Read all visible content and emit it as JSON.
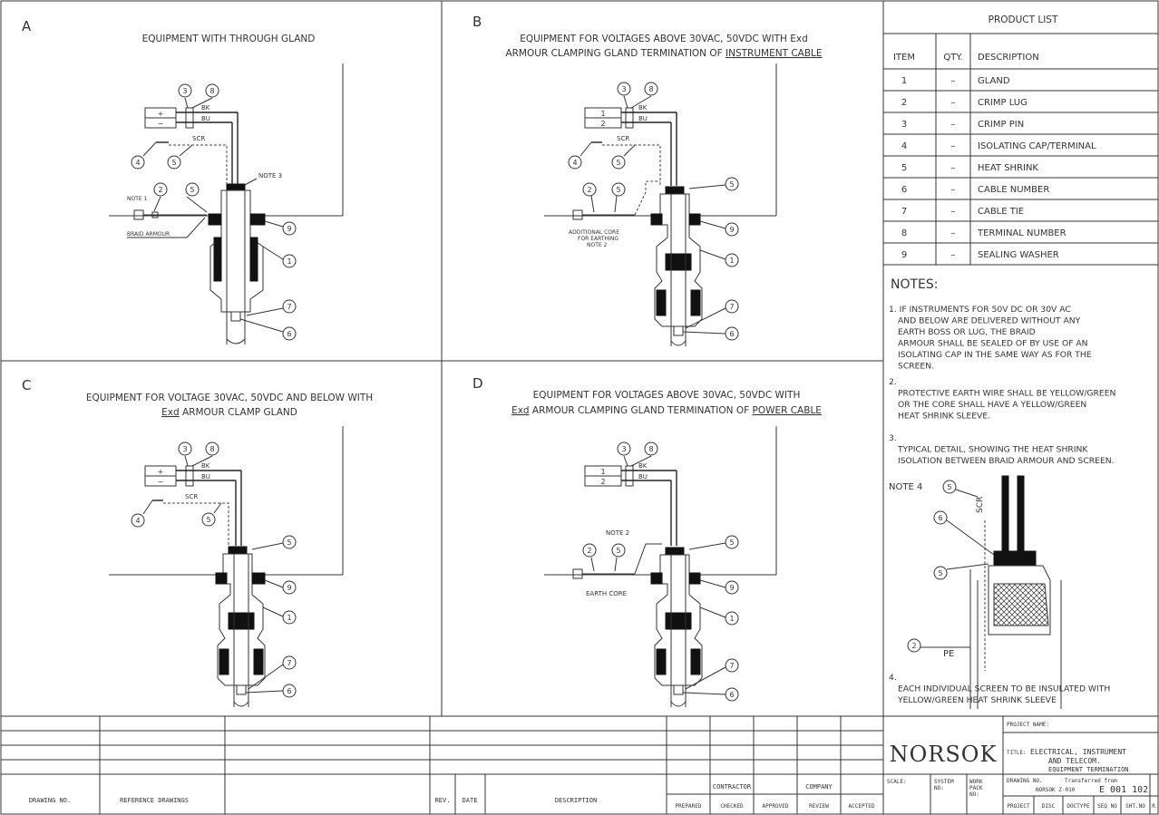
{
  "panels": {
    "a": {
      "letter": "A",
      "title": "EQUIPMENT WITH THROUGH GLAND",
      "labels": {
        "bk": "BK",
        "bu": "BU",
        "scr": "SCR",
        "note3": "NOTE 3",
        "note1": "NOTE 1",
        "braid": "BRAID ARMOUR",
        "plus": "+",
        "minus": "−"
      }
    },
    "b": {
      "letter": "B",
      "title1": "EQUIPMENT FOR VOLTAGES ABOVE 30VAC, 50VDC WITH Exd",
      "title2_pre": "ARMOUR CLAMPING GLAND TERMINATION OF ",
      "title2_u": "INSTRUMENT CABLE",
      "labels": {
        "bk": "BK",
        "bu": "BU",
        "scr": "SCR",
        "t1": "1",
        "t2": "2",
        "add1": "ADDITIONAL CORE",
        "add2": "FOR EARTHING",
        "add3": "NOTE 2"
      }
    },
    "c": {
      "letter": "C",
      "title1": "EQUIPMENT FOR VOLTAGE 30VAC, 50VDC AND BELOW WITH",
      "title2_u": "Exd",
      "title2_post": " ARMOUR CLAMP GLAND",
      "labels": {
        "bk": "BK",
        "bu": "BU",
        "scr": "SCR",
        "plus": "+",
        "minus": "−"
      }
    },
    "d": {
      "letter": "D",
      "title1": "EQUIPMENT FOR VOLTAGES ABOVE 30VAC, 50VDC WITH",
      "title2_u1": "Exd",
      "title2_mid": " ARMOUR CLAMPING GLAND TERMINATION OF ",
      "title2_u2": "POWER CABLE",
      "labels": {
        "bk": "BK",
        "bu": "BU",
        "t1": "1",
        "t2": "2",
        "note2": "NOTE 2",
        "earth": "EARTH CORE"
      }
    }
  },
  "product_list": {
    "title": "PRODUCT LIST",
    "headers": {
      "item": "ITEM",
      "qty": "QTY.",
      "desc": "DESCRIPTION"
    },
    "rows": [
      {
        "item": "1",
        "qty": "–",
        "desc": "GLAND"
      },
      {
        "item": "2",
        "qty": "–",
        "desc": "CRIMP LUG"
      },
      {
        "item": "3",
        "qty": "–",
        "desc": "CRIMP PIN"
      },
      {
        "item": "4",
        "qty": "–",
        "desc": "ISOLATING CAP/TERMINAL"
      },
      {
        "item": "5",
        "qty": "–",
        "desc": "HEAT SHRINK"
      },
      {
        "item": "6",
        "qty": "–",
        "desc": "CABLE NUMBER"
      },
      {
        "item": "7",
        "qty": "–",
        "desc": "CABLE TIE"
      },
      {
        "item": "8",
        "qty": "–",
        "desc": "TERMINAL NUMBER"
      },
      {
        "item": "9",
        "qty": "–",
        "desc": "SEALING WASHER"
      }
    ]
  },
  "notes": {
    "heading": "NOTES:",
    "n1": [
      "1. IF INSTRUMENTS FOR 50V DC OR 30V AC",
      "AND BELOW ARE DELIVERED WITHOUT ANY",
      "EARTH BOSS OR LUG, THE BRAID",
      "ARMOUR SHALL BE SEALED OF BY USE OF AN",
      "ISOLATING CAP IN THE SAME WAY AS FOR THE",
      "SCREEN."
    ],
    "n2": [
      "2.",
      "PROTECTIVE EARTH WIRE SHALL BE YELLOW/GREEN",
      "OR THE CORE SHALL HAVE A YELLOW/GREEN",
      "HEAT SHRINK SLEEVE."
    ],
    "n3": [
      "3.",
      "TYPICAL DETAIL, SHOWING THE HEAT SHRINK",
      "ISOLATION BETWEEN BRAID ARMOUR AND SCREEN."
    ],
    "detail": {
      "note4": "NOTE 4",
      "scr": "SCR",
      "pe": "PE"
    },
    "n4": [
      "4.",
      "EACH INDIVIDUAL SCREEN TO BE INSULATED WITH",
      "YELLOW/GREEN HEAT SHRINK SLEEVE"
    ]
  },
  "title_block": {
    "drawing_no": "DRAWING NO.",
    "reference": "REFERENCE DRAWINGS",
    "rev": "REV.",
    "date": "DATE",
    "description": "DESCRIPTION",
    "contractor": "CONTRACTOR",
    "company": "COMPANY",
    "sign": [
      "PREPARED",
      "CHECKED",
      "APPROVED",
      "REVIEW",
      "ACCEPTED"
    ],
    "logo": "NORSOK",
    "scale": "SCALE:",
    "system": "SYSTEM",
    "system2": "NO:",
    "work": "WORK",
    "work2": "PACK",
    "work3": "NO:",
    "project_name": "PROJECT NAME:",
    "title_label": "TITLE:",
    "title1": "ELECTRICAL, INSTRUMENT",
    "title2": "AND TELECOM.",
    "title3": "EQUIPMENT TERMINATION",
    "dwg_label": "DRAWING NO.",
    "transfer": "Transferred from",
    "norsok_ref": "NORSOK Z-010",
    "code": "E 001 102",
    "bottom": [
      "PROJECT",
      "DISC",
      "DOCTYPE",
      "SEQ NO",
      "SHT.NO",
      "R"
    ]
  }
}
